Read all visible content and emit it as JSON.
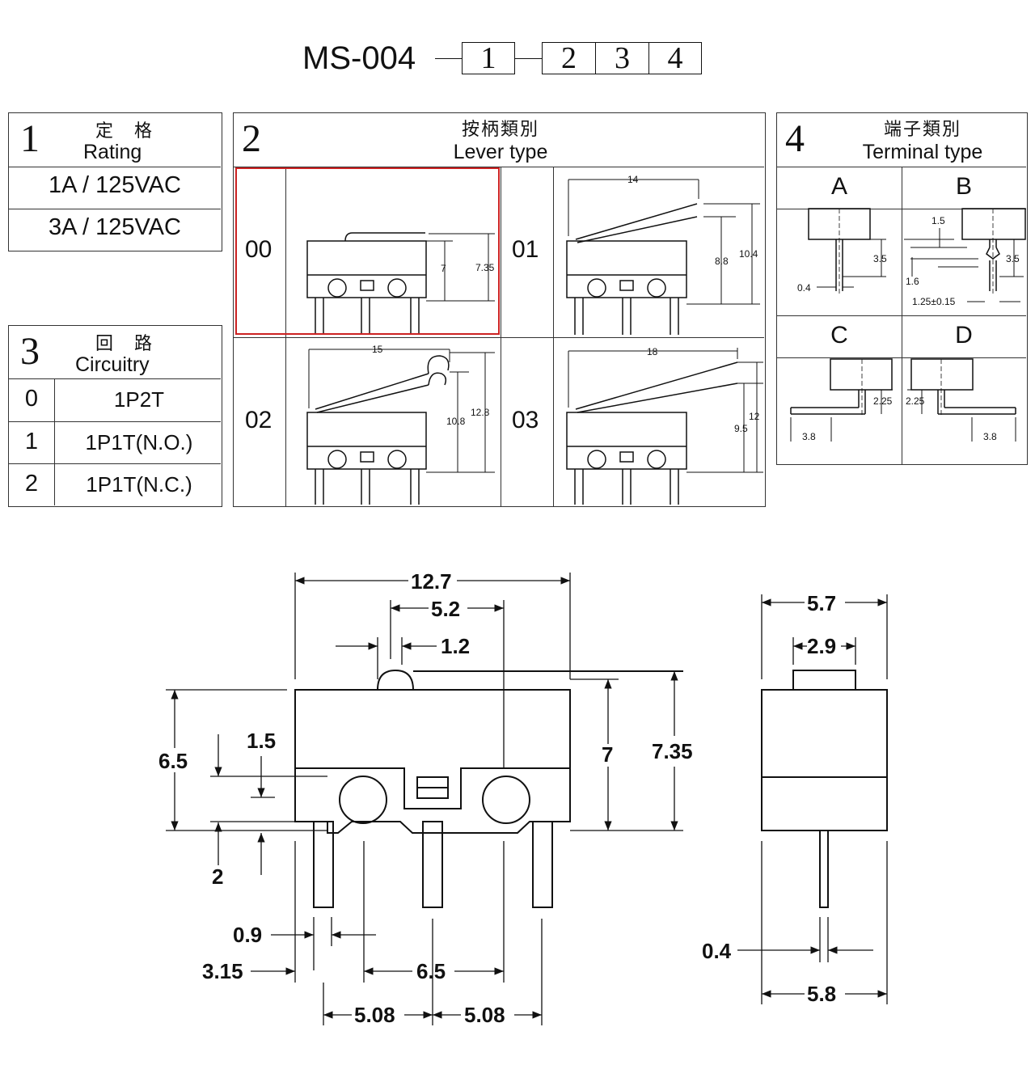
{
  "header": {
    "model": "MS-004",
    "codes": [
      "1",
      "2",
      "3",
      "4"
    ]
  },
  "rating": {
    "num": "1",
    "title_cn": "定　格",
    "title_en": "Rating",
    "rows": [
      "1A / 125VAC",
      "3A / 125VAC"
    ]
  },
  "circuitry": {
    "num": "3",
    "title_cn": "回　路",
    "title_en": "Circuitry",
    "rows": [
      {
        "code": "0",
        "value": "1P2T"
      },
      {
        "code": "1",
        "value": "1P1T(N.O.)"
      },
      {
        "code": "2",
        "value": "1P1T(N.C.)"
      }
    ]
  },
  "lever": {
    "num": "2",
    "title_cn": "按柄類別",
    "title_en": "Lever type",
    "types": [
      {
        "code": "00",
        "dims": [
          "7",
          "7.35"
        ]
      },
      {
        "code": "01",
        "dims": [
          "14",
          "8.8",
          "10.4"
        ]
      },
      {
        "code": "02",
        "dims": [
          "15",
          "10.8",
          "12.8"
        ]
      },
      {
        "code": "03",
        "dims": [
          "18",
          "9.5",
          "12"
        ]
      }
    ],
    "highlight_color": "#cc2222"
  },
  "terminal": {
    "num": "4",
    "title_cn": "端子類別",
    "title_en": "Terminal type",
    "types": [
      {
        "code": "A",
        "dims": [
          "3.5",
          "0.4"
        ]
      },
      {
        "code": "B",
        "dims": [
          "1.5",
          "3.5",
          "1.6",
          "1.25±0.15"
        ]
      },
      {
        "code": "C",
        "dims": [
          "2.25",
          "3.8"
        ]
      },
      {
        "code": "D",
        "dims": [
          "2.25",
          "3.8"
        ]
      }
    ]
  },
  "front_view": {
    "dims": {
      "d127": "12.7",
      "d52": "5.2",
      "d12": "1.2",
      "d65h": "6.5",
      "d15": "1.5",
      "d7": "7",
      "d735": "7.35",
      "d2": "2",
      "d09": "0.9",
      "d315": "3.15",
      "d65w": "6.5",
      "d508a": "5.08",
      "d508b": "5.08"
    }
  },
  "side_view": {
    "dims": {
      "d57": "5.7",
      "d29": "2.9",
      "d04": "0.4",
      "d58": "5.8"
    }
  }
}
